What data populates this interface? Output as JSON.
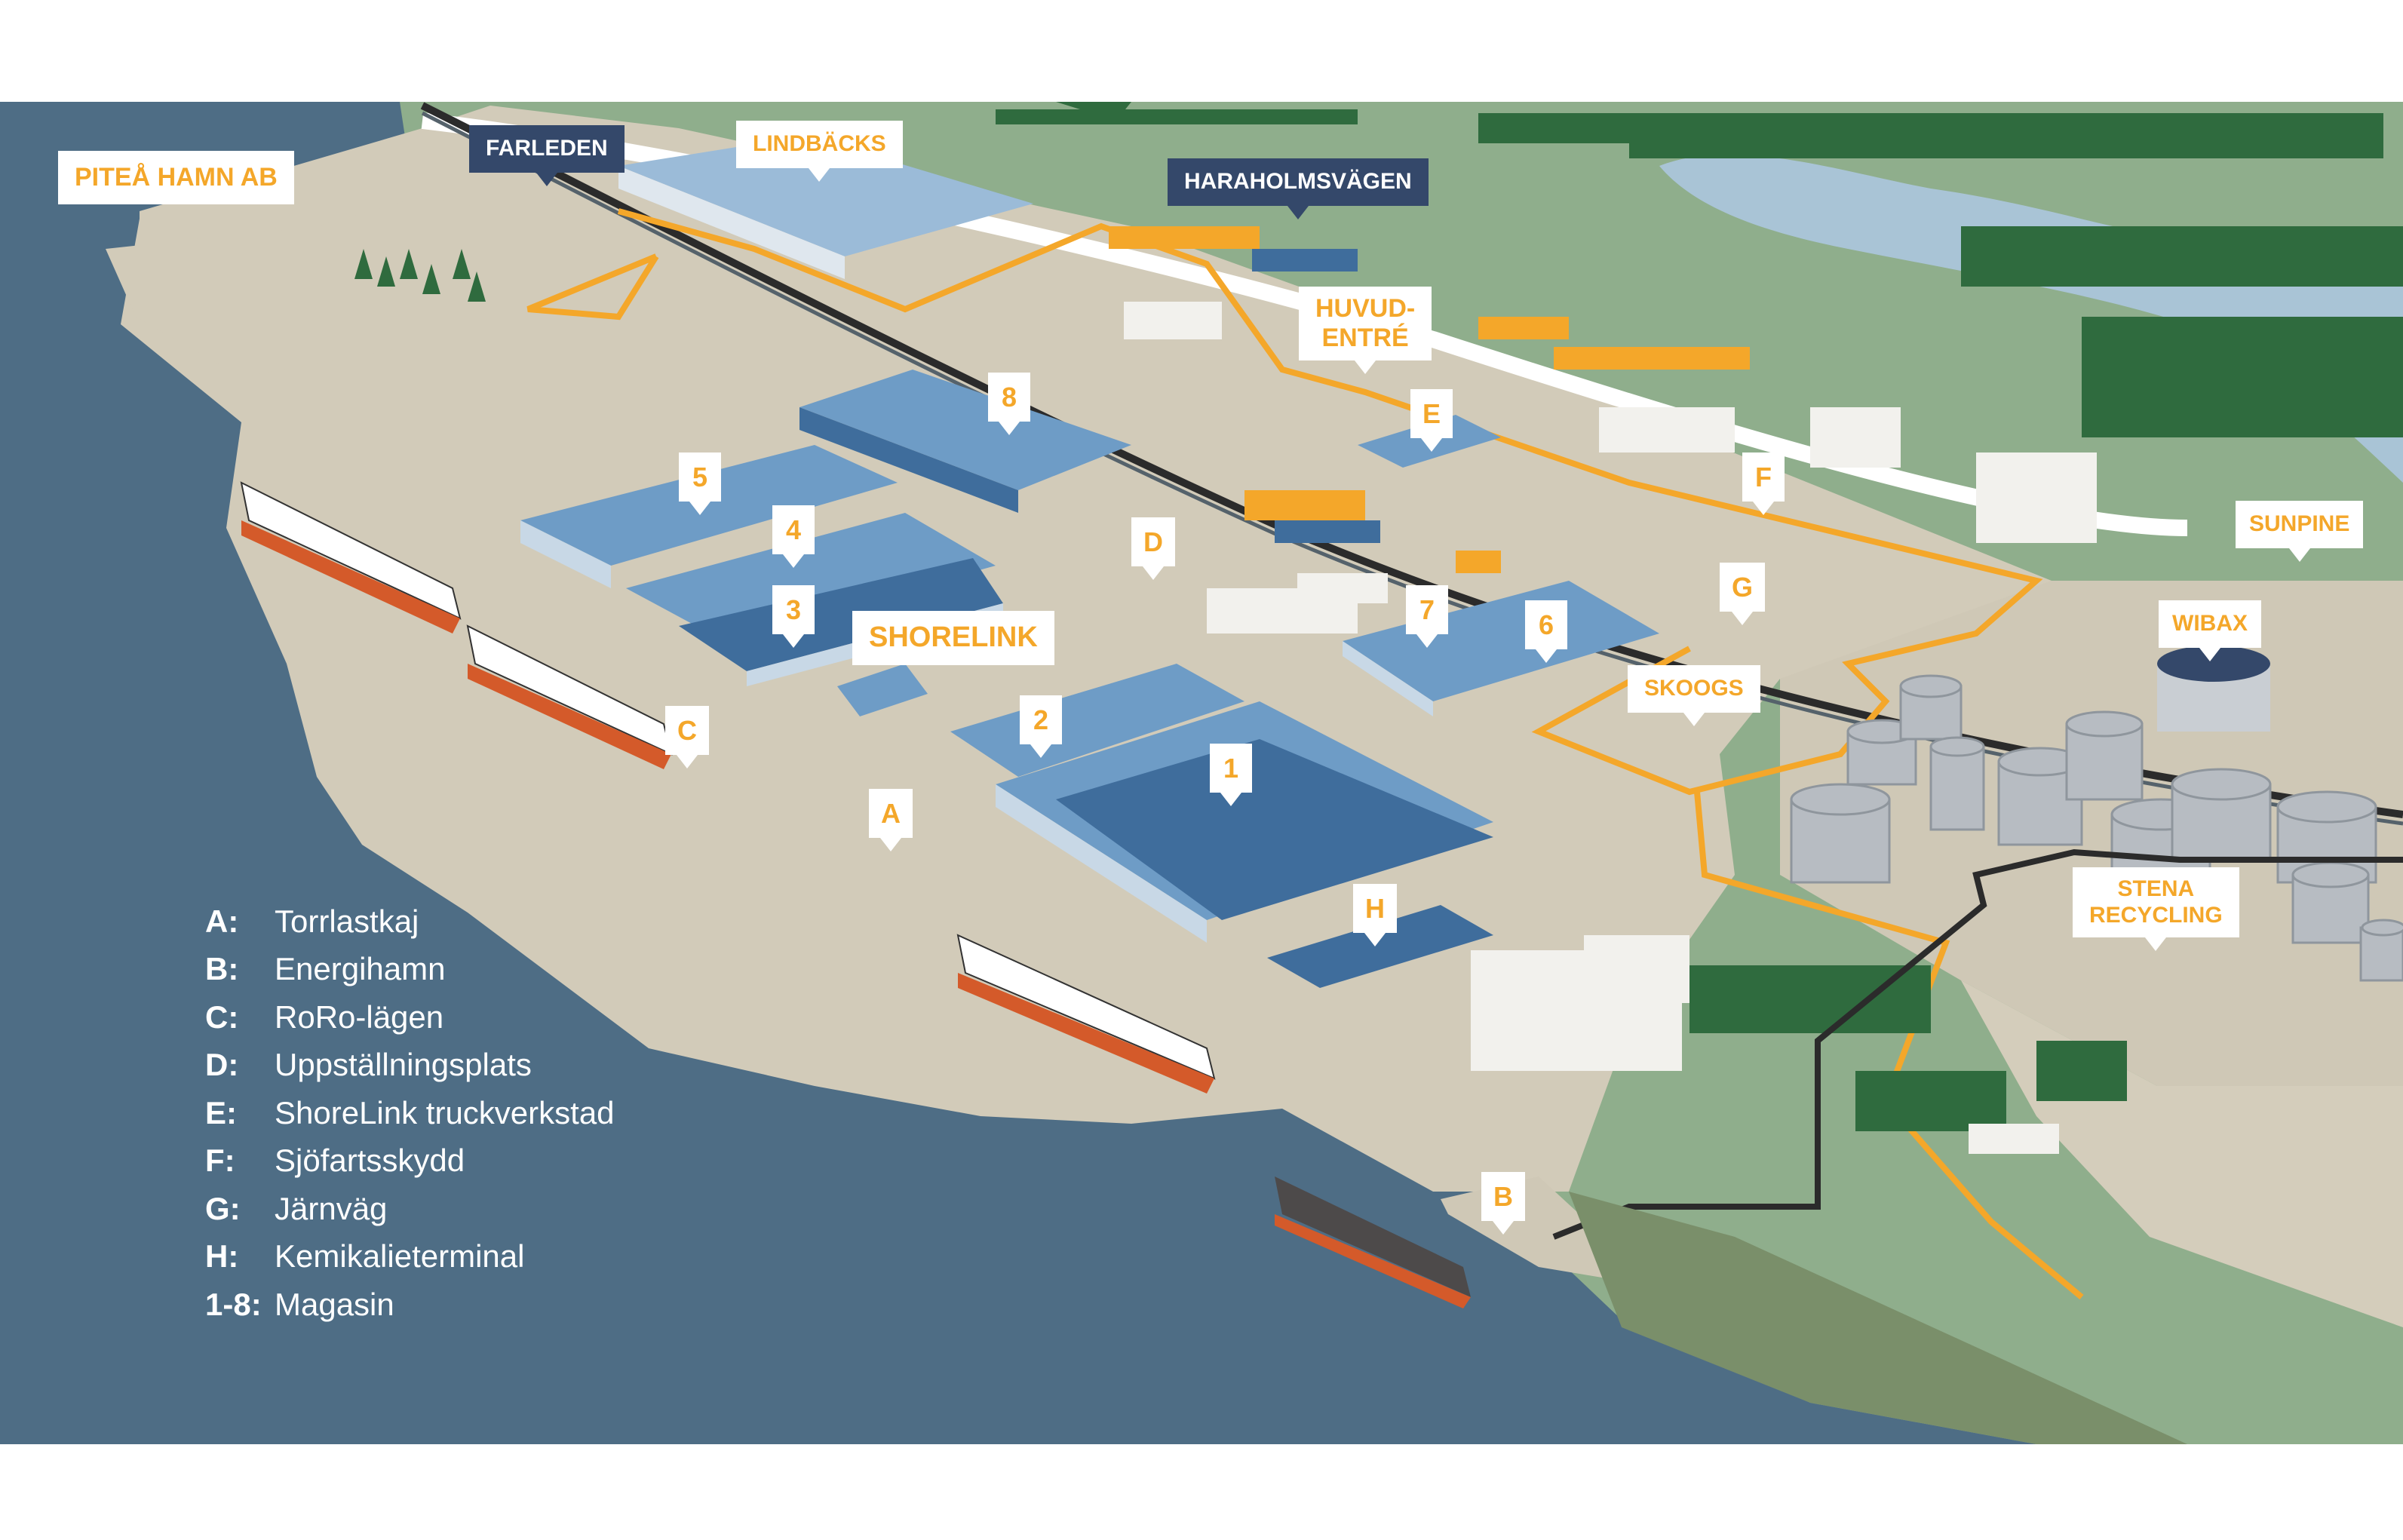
{
  "map": {
    "labels": {
      "pitea_hamn": "PITEÅ HAMN AB",
      "farleden": "FARLEDEN",
      "lindbacks": "LINDBÄCKS",
      "haraholmsvagen": "HARAHOLMSVÄGEN",
      "huvudentre": "HUVUD-\nENTRÉ",
      "shorelink": "SHORELINK",
      "skoogs": "SKOOGS",
      "sunpine": "SUNPINE",
      "wibax": "WIBAX",
      "stena": "STENA\nRECYCLING"
    },
    "markers": {
      "m1": "1",
      "m2": "2",
      "m3": "3",
      "m4": "4",
      "m5": "5",
      "m6": "6",
      "m7": "7",
      "m8": "8",
      "A": "A",
      "B": "B",
      "C": "C",
      "D": "D",
      "E": "E",
      "F": "F",
      "G": "G",
      "H": "H"
    }
  },
  "legend": [
    {
      "key": "A:",
      "label": "Torrlastkaj"
    },
    {
      "key": "B:",
      "label": "Energihamn"
    },
    {
      "key": "C:",
      "label": "RoRo-lägen"
    },
    {
      "key": "D:",
      "label": "Uppställningsplats"
    },
    {
      "key": "E:",
      "label": "ShoreLink truckverkstad"
    },
    {
      "key": "F:",
      "label": "Sjöfartsskydd"
    },
    {
      "key": "G:",
      "label": "Järnväg"
    },
    {
      "key": "H:",
      "label": "Kemikalieterminal"
    },
    {
      "key": "1-8:",
      "label": "Magasin"
    }
  ],
  "colors": {
    "water": "#4e6d85",
    "land": "#cfc8b6",
    "grass": "#8fae8c",
    "forest": "#2f6b3e",
    "lake": "#a9c4d6",
    "roof_light": "#6e9cc6",
    "roof_dark": "#3f6d9c",
    "boundary": "#f4a72a",
    "label_navy": "#34486a"
  }
}
